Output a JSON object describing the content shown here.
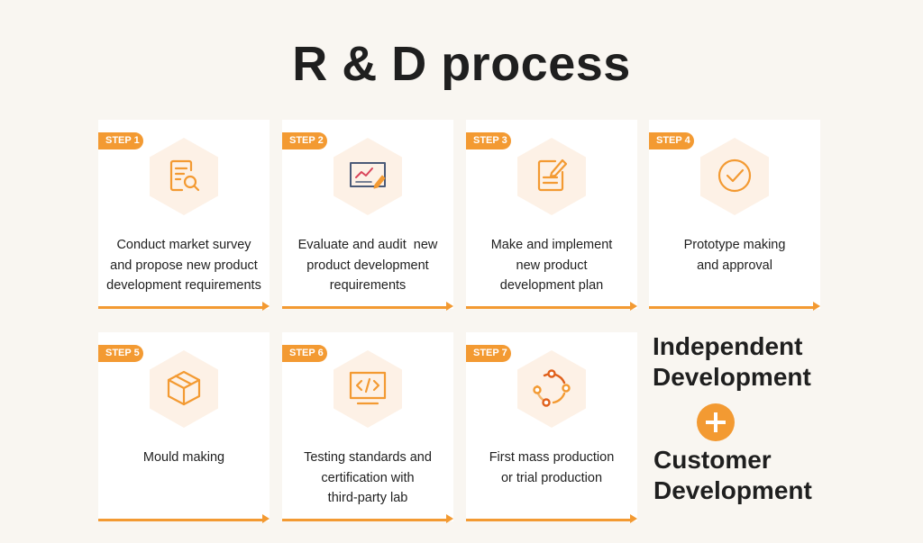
{
  "title": "R & D process",
  "accent_color": "#f39a32",
  "steps": [
    {
      "badge": "STEP 1",
      "icon": "document-search-icon",
      "lines": [
        "Conduct market survey",
        "and propose new product",
        "development requirements"
      ]
    },
    {
      "badge": "STEP 2",
      "icon": "chart-board-icon",
      "lines": [
        "Evaluate and audit  new",
        "product development",
        "requirements"
      ]
    },
    {
      "badge": "STEP 3",
      "icon": "document-edit-icon",
      "lines": [
        "Make and implement",
        "new product",
        "development plan"
      ]
    },
    {
      "badge": "STEP 4",
      "icon": "check-circle-icon",
      "lines": [
        "Prototype making",
        "and approval"
      ]
    },
    {
      "badge": "STEP 5",
      "icon": "box-icon",
      "lines": [
        "Mould making"
      ]
    },
    {
      "badge": "STEP 6",
      "icon": "code-monitor-icon",
      "lines": [
        "Testing standards and",
        "certification with",
        "third-party lab"
      ]
    },
    {
      "badge": "STEP 7",
      "icon": "cycle-nodes-icon",
      "lines": [
        "First mass production",
        "or trial production"
      ]
    }
  ],
  "side": {
    "independent_line1": "Independent",
    "independent_line2": "Development",
    "customer_line1": "Customer",
    "customer_line2": "Development"
  }
}
